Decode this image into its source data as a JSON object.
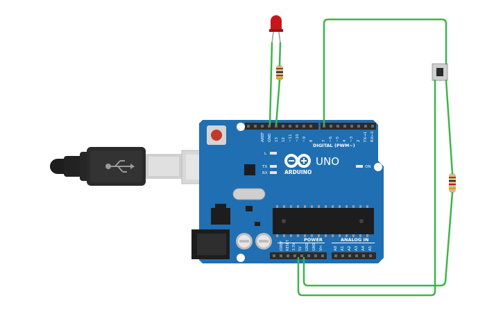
{
  "board": {
    "brand": "ARDUINO",
    "model": "UNO",
    "digital_label": "DIGITAL (PWM~)",
    "power_label": "POWER",
    "analog_label": "ANALOG IN",
    "on_label": "ON",
    "led_l_label": "L",
    "tx_label": "TX",
    "rx_label": "RX",
    "digital_pins": [
      "AREF",
      "GND",
      "13",
      "12",
      "~11",
      "~10",
      "~9",
      "8",
      "7",
      "~6",
      "~5",
      "4",
      "~3",
      "2",
      "TX→1",
      "RX←0"
    ],
    "power_pins": [
      "IOREF",
      "RESET",
      "3.3V",
      "5V",
      "GND",
      "GND",
      "Vin"
    ],
    "analog_pins": [
      "A0",
      "A1",
      "A2",
      "A3",
      "A4",
      "A5"
    ]
  },
  "colors": {
    "board": "#1f6fb2",
    "board_dark": "#175a93",
    "wire": "#3db54a",
    "led": "#c8161d",
    "header": "#2b2b2b"
  },
  "icons": {
    "infinity": "arduino-logo-icon",
    "usb": "usb-symbol-icon"
  }
}
